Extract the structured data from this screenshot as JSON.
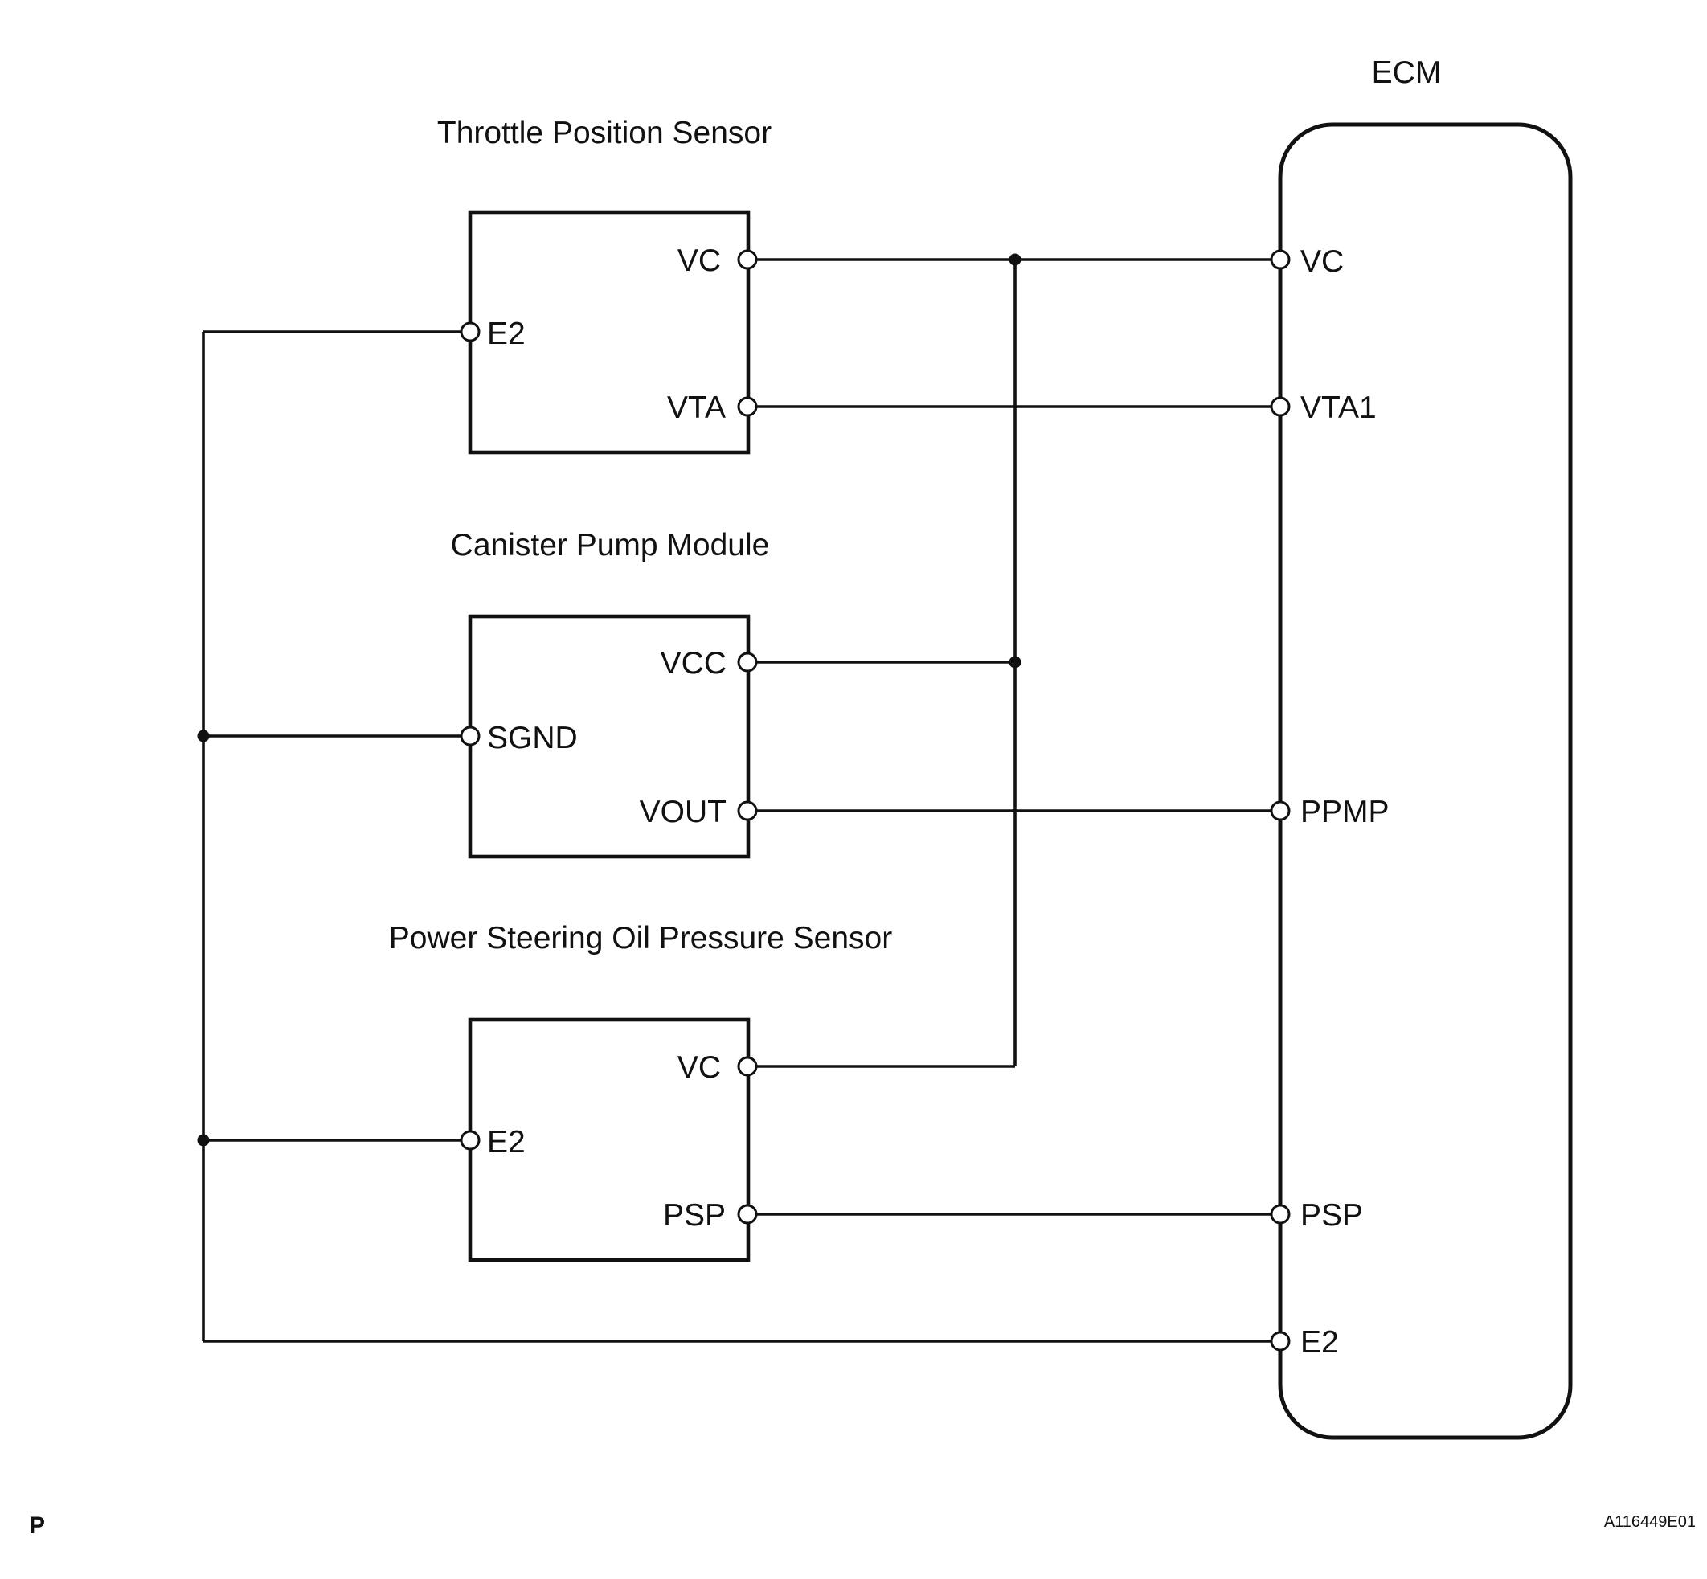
{
  "ecm": {
    "title": "ECM",
    "pins": [
      "VC",
      "VTA1",
      "PPMP",
      "PSP",
      "E2"
    ]
  },
  "throttle_position_sensor": {
    "title": "Throttle Position Sensor",
    "pins": [
      "VC",
      "E2",
      "VTA"
    ]
  },
  "canister_pump_module": {
    "title": "Canister Pump Module",
    "pins": [
      "VCC",
      "SGND",
      "VOUT"
    ]
  },
  "power_steering_oil_pressure_sensor": {
    "title": "Power Steering Oil Pressure Sensor",
    "pins": [
      "VC",
      "E2",
      "PSP"
    ]
  },
  "footer": {
    "corner_letter": "P",
    "figure_code": "A116449E01"
  },
  "colors": {
    "line": "#111111",
    "background": "#ffffff"
  }
}
